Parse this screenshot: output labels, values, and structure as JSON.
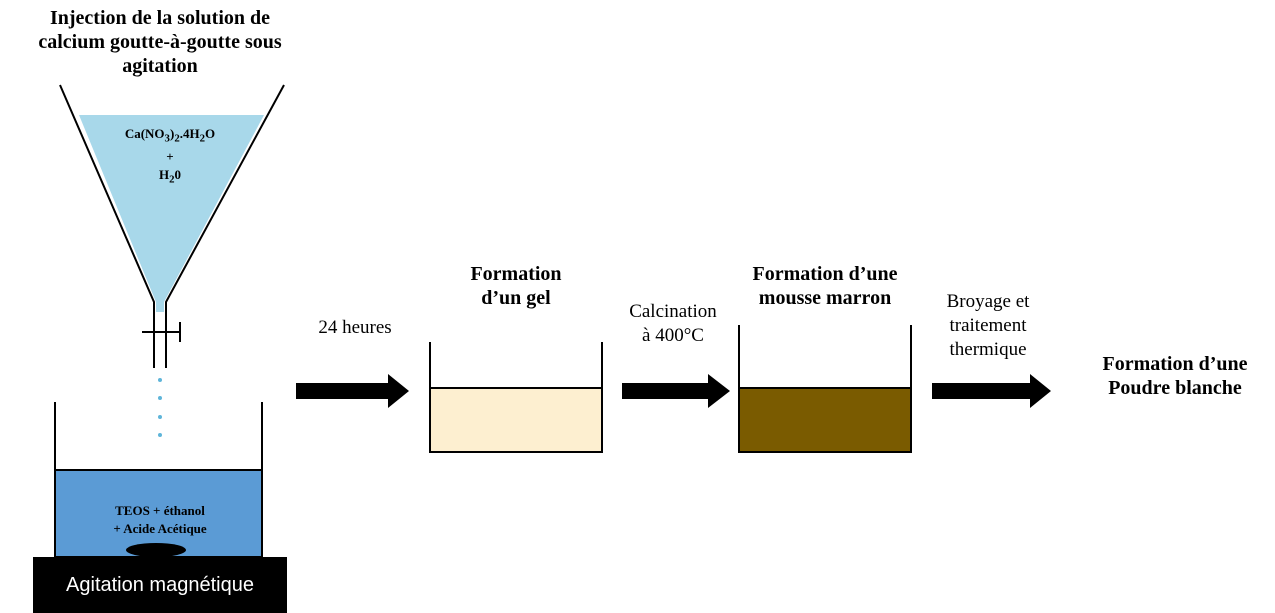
{
  "funnel": {
    "title_line1": "Injection de la solution de",
    "title_line2": "calcium goutte-à-goutte sous",
    "title_line3": "agitation",
    "content_line1": "Ca(NO3)2.4H2O",
    "content_line2": "+",
    "content_line3": "H20",
    "liquid_color": "#a8d8ea"
  },
  "beaker_start": {
    "content_line1": "TEOS + éthanol",
    "content_line2": "+ Acide Acétique",
    "liquid_color": "#5b9bd5",
    "stir_plate_label": "Agitation magnétique"
  },
  "steps": [
    {
      "label": "24 heures"
    },
    {
      "label_line1": "Calcination",
      "label_line2": "à 400°C"
    },
    {
      "label_line1": "Broyage et",
      "label_line2": "traitement",
      "label_line3": "thermique"
    }
  ],
  "stages": [
    {
      "title_line1": "Formation",
      "title_line2": "d’un gel",
      "liquid_color": "#fdefd0"
    },
    {
      "title_line1": "Formation d’une",
      "title_line2": "mousse marron",
      "liquid_color": "#7a5b00"
    },
    {
      "title_line1": "Formation d’une",
      "title_line2": "Poudre blanche"
    }
  ]
}
